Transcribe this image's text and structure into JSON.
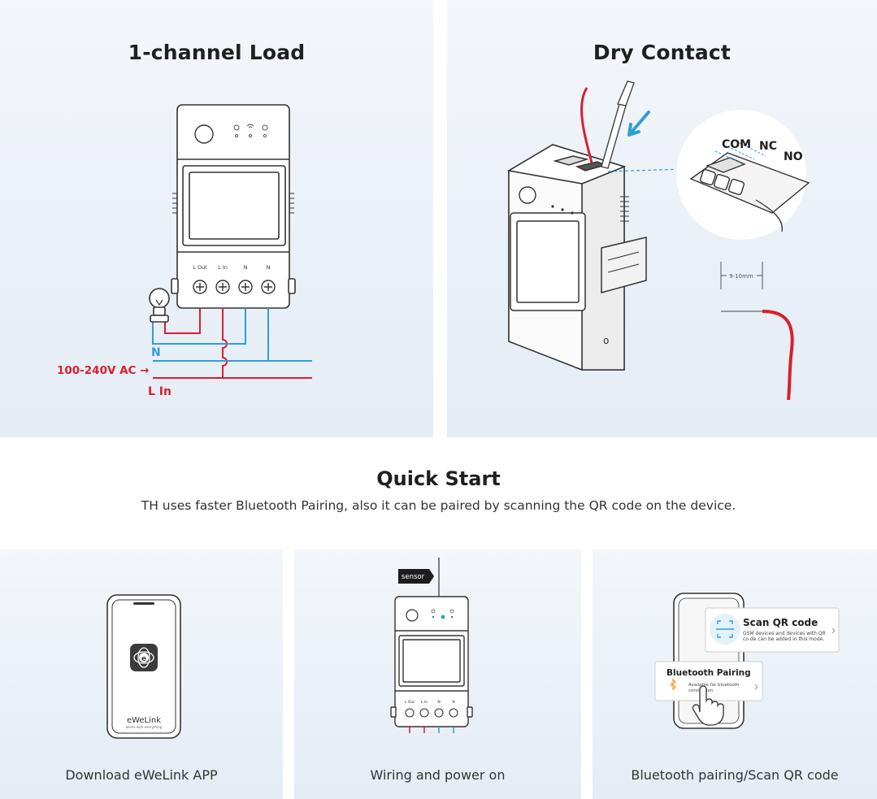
{
  "top_left": {
    "title": "1-channel Load",
    "terminals": [
      "L Out",
      "L In",
      "N",
      "N"
    ],
    "line_label_n": "N",
    "voltage_label": "100-240V AC →",
    "line_label_l": "L In"
  },
  "top_right": {
    "title": "Dry Contact",
    "contacts": [
      "COM",
      "NC",
      "NO"
    ],
    "strip_length": "9-10mm"
  },
  "quick_start": {
    "title": "Quick Start",
    "subtitle": "TH uses faster Bluetooth Pairing, also it can be paired by scanning the QR code on the device."
  },
  "steps": [
    {
      "caption": "Download eWeLink APP",
      "app_name": "eWeLink",
      "app_tagline": "works with everything"
    },
    {
      "caption": "Wiring and power on",
      "sensor_label": "sensor",
      "terminals": [
        "L Out",
        "L In",
        "N",
        "N"
      ]
    },
    {
      "caption": "Bluetooth pairing/Scan QR code",
      "qr_title": "Scan QR code",
      "qr_desc_1": "GSM devices and devices with QR",
      "qr_desc_2": "co de can be added in this mode.",
      "bt_title": "Bluetooth Pairing",
      "bt_desc_1": "Available for bluetooth",
      "bt_desc_2": "connection"
    }
  ],
  "colors": {
    "hot_wire": "#d9202b",
    "neutral_wire": "#2e9fd8",
    "device_outline": "#3a3a3a",
    "sensor_badge": "#1c1c1c",
    "bluetooth_icon": "#f0a030"
  }
}
